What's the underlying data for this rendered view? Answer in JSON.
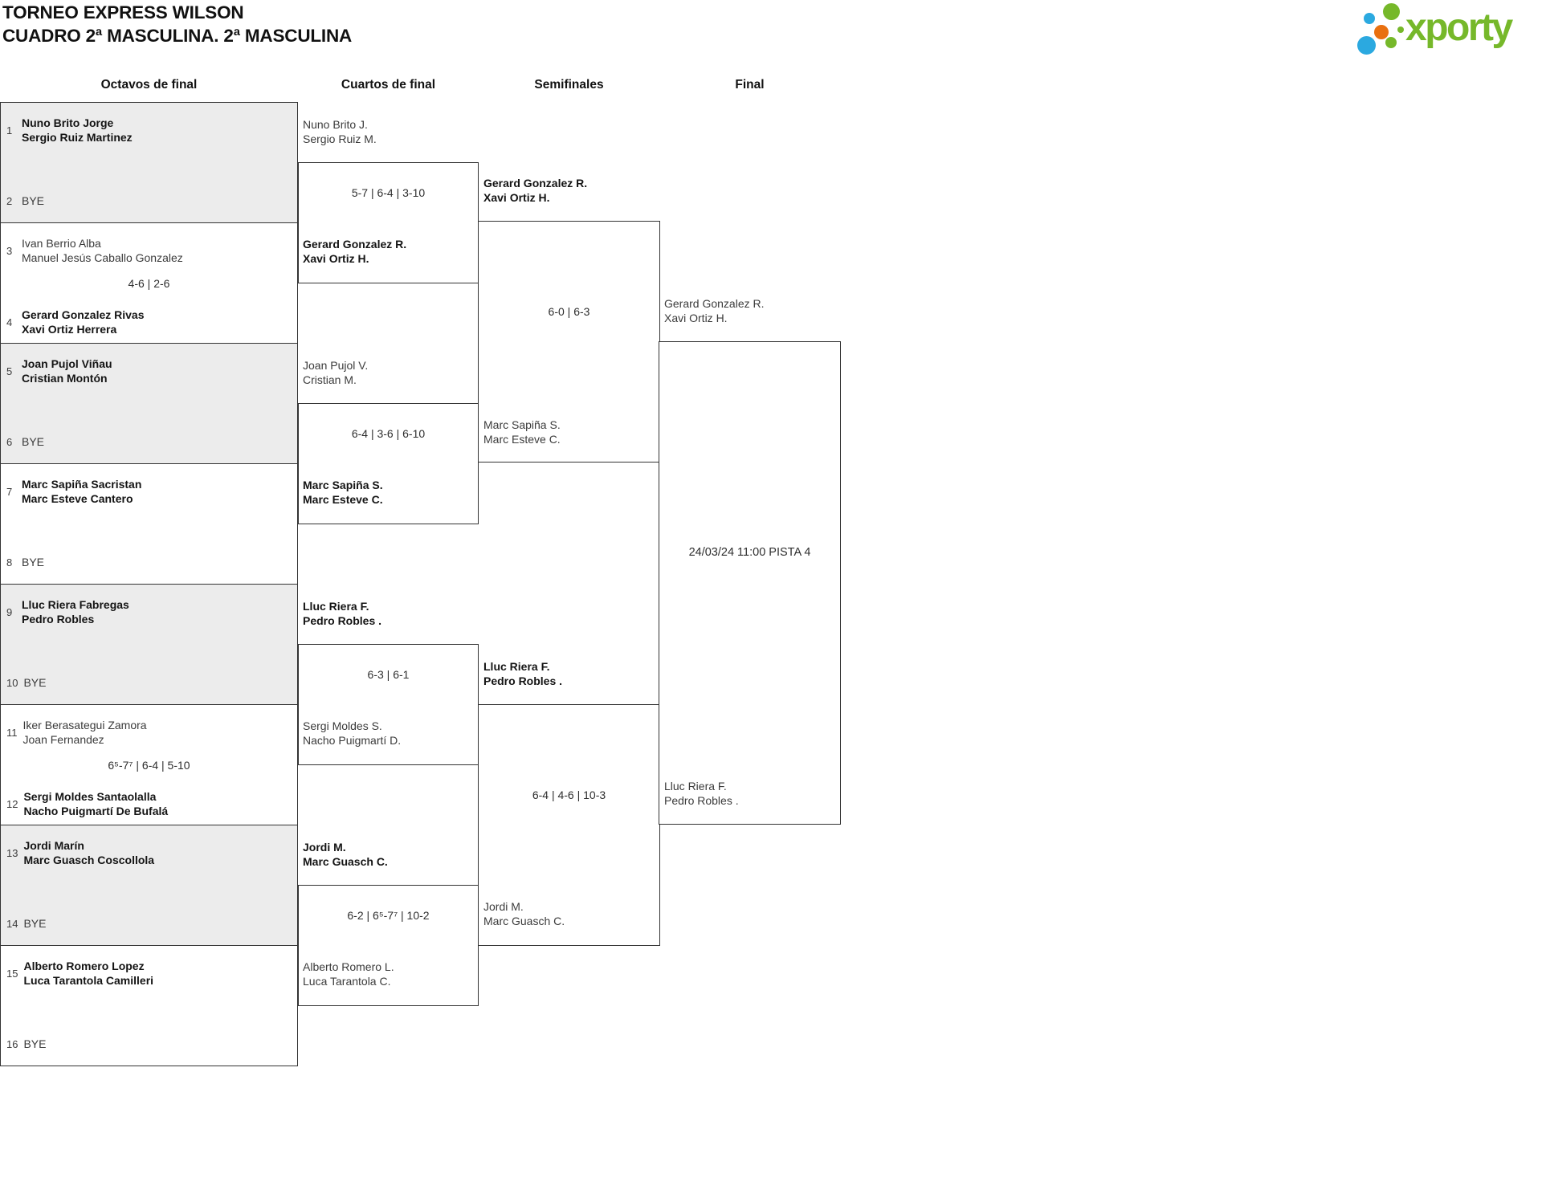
{
  "page": {
    "title": "TORNEO EXPRESS WILSON",
    "subtitle": "CUADRO 2ª MASCULINA. 2ª MASCULINA"
  },
  "logo": {
    "wordmark": "xporty",
    "colors": {
      "green": "#76b82a",
      "blue": "#2ba9e0",
      "orange": "#e97010"
    }
  },
  "columns": {
    "octavos": "Octavos de final",
    "cuartos": "Cuartos de final",
    "semifinales": "Semifinales",
    "final": "Final"
  },
  "colors": {
    "winner_text": "#141414",
    "regular_text": "#3b3b3b",
    "box_border": "#333333",
    "bye_box_fill": "#ececec"
  },
  "r16": {
    "slots": [
      {
        "seed": "1",
        "l1": "Nuno Brito Jorge",
        "l2": "Sergio Ruiz Martinez"
      },
      {
        "seed": "2",
        "l1": "BYE"
      },
      {
        "seed": "3",
        "l1": "Ivan Berrio Alba",
        "l2": "Manuel Jesús Caballo Gonzalez"
      },
      {
        "seed": "4",
        "l1": "Gerard Gonzalez Rivas",
        "l2": "Xavi Ortiz Herrera"
      },
      {
        "seed": "5",
        "l1": "Joan Pujol Viñau",
        "l2": "Cristian Montón"
      },
      {
        "seed": "6",
        "l1": "BYE"
      },
      {
        "seed": "7",
        "l1": "Marc Sapiña Sacristan",
        "l2": "Marc Esteve Cantero"
      },
      {
        "seed": "8",
        "l1": "BYE"
      },
      {
        "seed": "9",
        "l1": "Lluc Riera Fabregas",
        "l2": "Pedro Robles"
      },
      {
        "seed": "10",
        "l1": "BYE"
      },
      {
        "seed": "11",
        "l1": "Iker Berasategui Zamora",
        "l2": "Joan Fernandez"
      },
      {
        "seed": "12",
        "l1": "Sergi Moldes Santaolalla",
        "l2": "Nacho Puigmartí De Bufalá"
      },
      {
        "seed": "13",
        "l1": "Jordi Marín",
        "l2": "Marc Guasch Coscollola"
      },
      {
        "seed": "14",
        "l1": "BYE"
      },
      {
        "seed": "15",
        "l1": "Alberto Romero Lopez",
        "l2": "Luca Tarantola Camilleri"
      },
      {
        "seed": "16",
        "l1": "BYE"
      }
    ],
    "scores": {
      "match_3_4": "4-6 | 2-6",
      "match_11_12": "6⁵-7⁷ | 6-4 | 5-10"
    }
  },
  "quarterfinals": [
    {
      "top1": "Nuno Brito J.",
      "top2": "Sergio Ruiz M.",
      "score": "5-7 | 6-4 | 3-10",
      "bottom1": "Gerard Gonzalez R.",
      "bottom2": "Xavi Ortiz H."
    },
    {
      "top1": "Joan Pujol V.",
      "top2": "Cristian M.",
      "score": "6-4 | 3-6 | 6-10",
      "bottom1": "Marc Sapiña S.",
      "bottom2": "Marc Esteve C."
    },
    {
      "top1": "Lluc Riera F.",
      "top2": "Pedro Robles .",
      "score": "6-3 | 6-1",
      "bottom1": "Sergi Moldes S.",
      "bottom2": "Nacho Puigmartí D."
    },
    {
      "top1": "Jordi M.",
      "top2": "Marc Guasch C.",
      "score": "6-2 | 6⁵-7⁷ | 10-2",
      "bottom1": "Alberto Romero L.",
      "bottom2": "Luca Tarantola C."
    }
  ],
  "semifinals": [
    {
      "top1": "Gerard Gonzalez R.",
      "top2": "Xavi Ortiz H.",
      "score": "6-0 | 6-3",
      "bottom1": "Marc Sapiña S.",
      "bottom2": "Marc Esteve C."
    },
    {
      "top1": "Lluc Riera F.",
      "top2": "Pedro Robles .",
      "score": "6-4 | 4-6 | 10-3",
      "bottom1": "Jordi M.",
      "bottom2": "Marc Guasch C."
    }
  ],
  "final": {
    "top1": "Gerard Gonzalez R.",
    "top2": "Xavi Ortiz H.",
    "schedule": "24/03/24 11:00 PISTA 4",
    "bottom1": "Lluc Riera F.",
    "bottom2": "Pedro Robles ."
  }
}
